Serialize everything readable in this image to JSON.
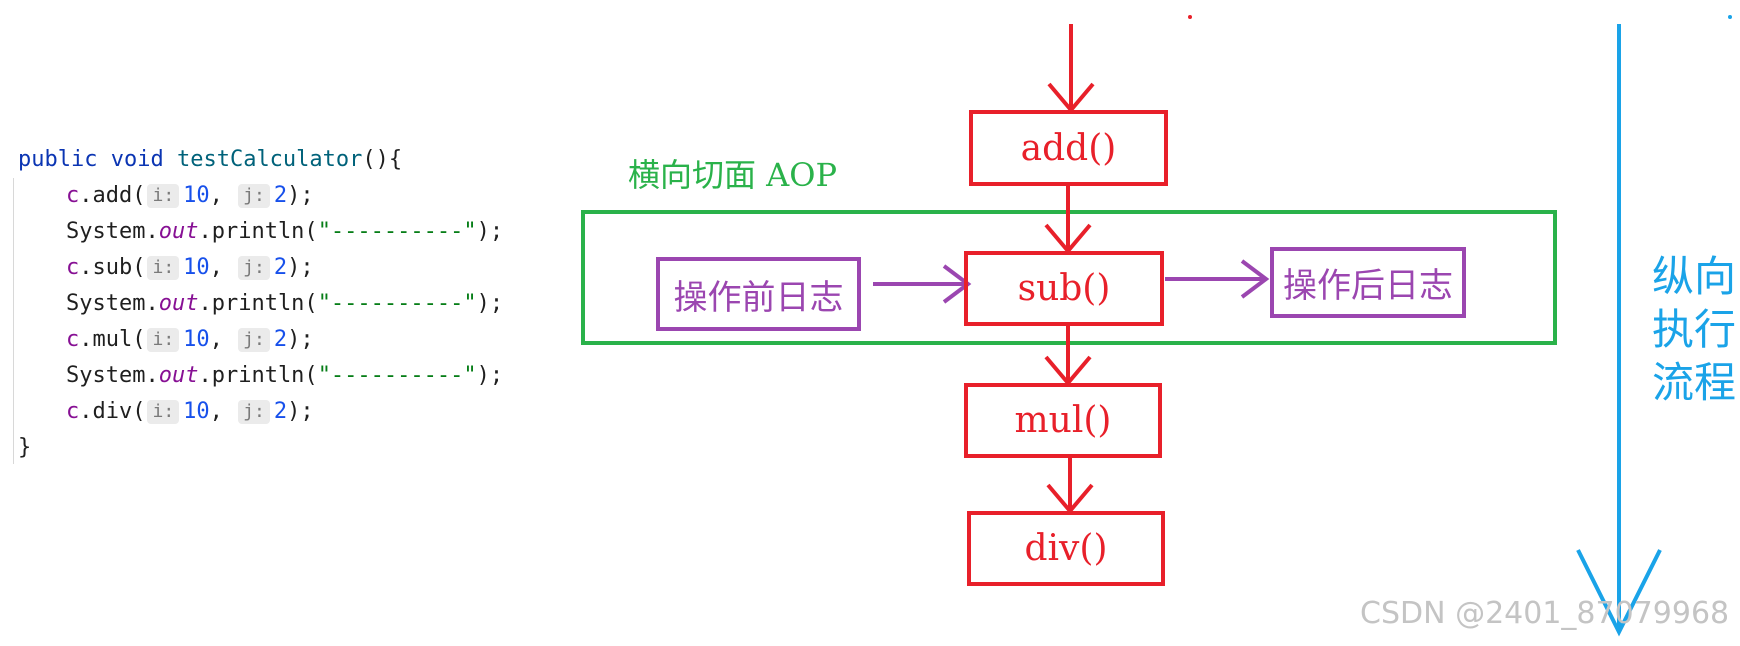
{
  "code": {
    "signature": {
      "kw1": "public",
      "kw2": "void",
      "name": "testCalculator",
      "rest": "(){"
    },
    "calls": [
      {
        "obj": "c",
        "method": ".add(",
        "hint_i": "i:",
        "arg1": "10",
        "sep": ",",
        "hint_j": "j:",
        "arg2": "2",
        "end": ");"
      },
      {
        "obj": "c",
        "method": ".sub(",
        "hint_i": "i:",
        "arg1": "10",
        "sep": ",",
        "hint_j": "j:",
        "arg2": "2",
        "end": ");"
      },
      {
        "obj": "c",
        "method": ".mul(",
        "hint_i": "i:",
        "arg1": "10",
        "sep": ",",
        "hint_j": "j:",
        "arg2": "2",
        "end": ");"
      },
      {
        "obj": "c",
        "method": ".div(",
        "hint_i": "i:",
        "arg1": "10",
        "sep": ",",
        "hint_j": "j:",
        "arg2": "2",
        "end": ");"
      }
    ],
    "println": {
      "sys": "System.",
      "out": "out",
      "call": ".println(",
      "str": "\"----------\"",
      "end": ");"
    },
    "close": "}"
  },
  "diagram": {
    "boxes": {
      "add": "add()",
      "sub": "sub()",
      "mul": "mul()",
      "div": "div()"
    },
    "before_log": "操作前日志",
    "after_log": "操作后日志",
    "aspect_label": "横向切面 AOP",
    "vertical_label": [
      "纵向",
      "执行",
      "流程"
    ]
  },
  "colors": {
    "red": "#e8202a",
    "green": "#2ab24a",
    "purple": "#9b46b0",
    "blue": "#1aa3e8"
  },
  "watermark": "CSDN @2401_87079968"
}
